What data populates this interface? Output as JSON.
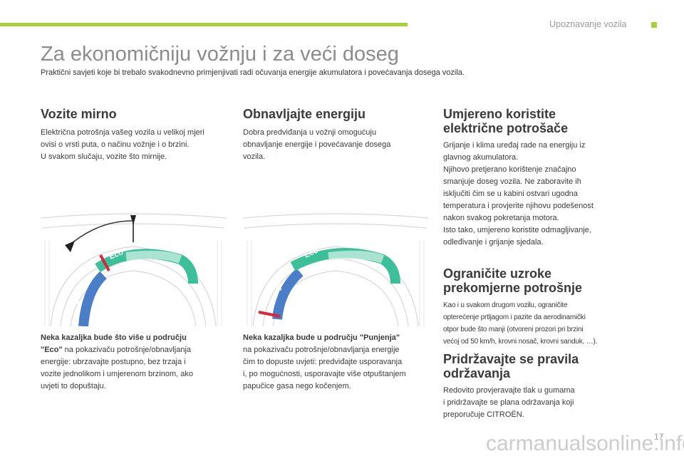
{
  "header": {
    "section_label": "Upoznavanje vozila",
    "accent_color": "#a9cf3b"
  },
  "page": {
    "title": "Za ekonomičniju vožnju i za veći doseg",
    "intro": "Praktični savjeti koje bi trebalo svakodnevno primjenjivati radi očuvanja energije akumulatora i povećavanja dosega vozila.",
    "number": "17"
  },
  "col1": {
    "heading": "Vozite mirno",
    "lines": [
      "Električna potrošnja vašeg vozila u velikoj mjeri",
      "ovisi o vrsti puta, o načinu vožnje i o brzini.",
      "U svakom slučaju, vozite što mirnije."
    ],
    "caption_bold": [
      "Neka kazaljka bude što više u području",
      "\"Eco\""
    ],
    "caption_rest_first": " na pokazivaču potrošnje/obnavljanja",
    "caption_lines": [
      "energije: ubrzavajte postupno, bez trzaja i",
      "vozite jednolikom i umjerenom brzinom, ako",
      "uvjeti to dopuštaju."
    ]
  },
  "col2": {
    "heading": "Obnavljajte energiju",
    "lines": [
      "Dobra predviđanja u vožnji omogućuju",
      "obnavljanje energije i povećavanje dosega",
      "vozila."
    ],
    "caption_bold": "Neka kazaljka bude u području \"Punjenja\"",
    "caption_lines": [
      "na pokazivaču potrošnje/obnavljanja energije",
      "čim to dopuste uvjeti: predviđajte usporavanja",
      "i, po mogućnosti, usporavajte više otpuštanjem",
      "papučice gasa nego kočenjem."
    ]
  },
  "col3": {
    "s1": {
      "heading": [
        "Umjereno koristite",
        "električne potrošače"
      ],
      "lines": [
        "Grijanje i klima uređaj rade na energiju iz",
        "glavnog akumulatora.",
        "Njihovo pretjerano korištenje značajno",
        "smanjuje doseg vozila. Ne zaboravite ih",
        "isključiti čim se u kabini ostvari ugodna",
        "temperatura i provjerite njihovu podešenost",
        "nakon svakog pokretanja motora.",
        "Isto tako, umjereno koristite odmagljivanje,",
        "odleđivanje i grijanje sjedala."
      ]
    },
    "s2": {
      "heading": [
        "Ograničite uzroke",
        "prekomjerne potrošnje"
      ],
      "lines": [
        "Kao i u svakom drugom vozilu, ograničite",
        "opterećenje prtljagom i pazite da aerodinamički",
        "otpor bude što manji (otvoreni prozori pri brzini",
        "većoj od 50 km/h, krovni nosač, krovni sanduk, …)."
      ]
    },
    "s3": {
      "heading": [
        "Pridržavajte se pravila",
        "održavanja"
      ],
      "lines": [
        "Redovito provjeravajte tlak u gumama",
        "i pridržavajte se plana održavanja koji",
        "preporučuje CITROËN."
      ]
    }
  },
  "gauges": {
    "eco_label": "Eco",
    "charge_label": "Charge",
    "eco_color": "#3dbf9a",
    "charge_color": "#4a7fc8",
    "needle_color": "#d6283a"
  },
  "watermark": "carmanualsonline.info"
}
